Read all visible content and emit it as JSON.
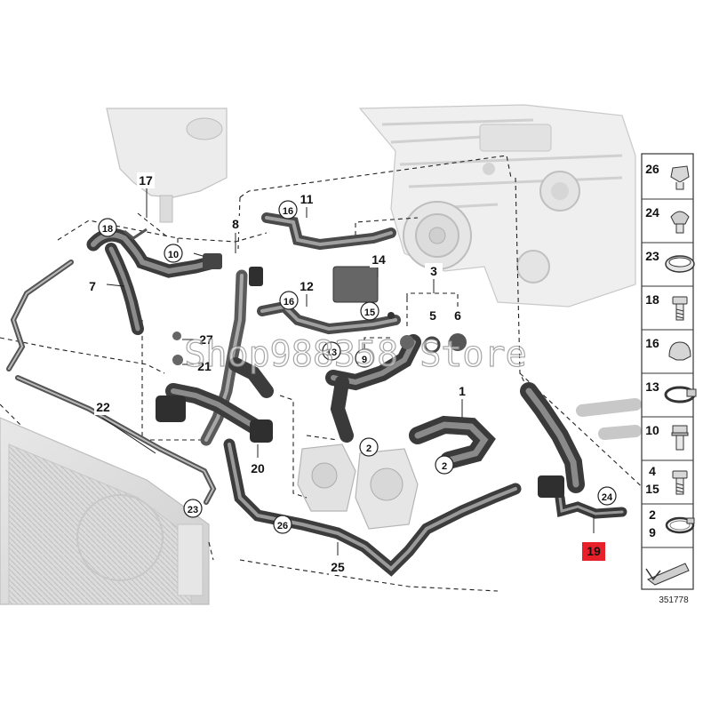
{
  "diagram_number": "351778",
  "watermark": "Shop988358 Store",
  "highlighted_part": "19",
  "callouts": [
    {
      "id": "c1",
      "label": "1",
      "circled": false
    },
    {
      "id": "c2a",
      "label": "2",
      "circled": true
    },
    {
      "id": "c2b",
      "label": "2",
      "circled": true
    },
    {
      "id": "c3",
      "label": "3",
      "circled": false
    },
    {
      "id": "c4",
      "label": "4",
      "circled": false
    },
    {
      "id": "c5",
      "label": "5",
      "circled": false
    },
    {
      "id": "c6",
      "label": "6",
      "circled": false
    },
    {
      "id": "c7",
      "label": "7",
      "circled": false
    },
    {
      "id": "c8",
      "label": "8",
      "circled": false
    },
    {
      "id": "c9",
      "label": "9",
      "circled": true
    },
    {
      "id": "c10",
      "label": "10",
      "circled": true
    },
    {
      "id": "c11",
      "label": "11",
      "circled": false
    },
    {
      "id": "c12",
      "label": "12",
      "circled": false
    },
    {
      "id": "c13",
      "label": "13",
      "circled": true
    },
    {
      "id": "c14",
      "label": "14",
      "circled": false
    },
    {
      "id": "c15",
      "label": "15",
      "circled": true
    },
    {
      "id": "c16a",
      "label": "16",
      "circled": true
    },
    {
      "id": "c16b",
      "label": "16",
      "circled": true
    },
    {
      "id": "c17",
      "label": "17",
      "circled": false
    },
    {
      "id": "c18",
      "label": "18",
      "circled": true
    },
    {
      "id": "c19",
      "label": "19",
      "circled": false
    },
    {
      "id": "c20",
      "label": "20",
      "circled": false
    },
    {
      "id": "c21",
      "label": "21",
      "circled": false
    },
    {
      "id": "c22",
      "label": "22",
      "circled": false
    },
    {
      "id": "c23",
      "label": "23",
      "circled": true
    },
    {
      "id": "c24",
      "label": "24",
      "circled": true
    },
    {
      "id": "c25",
      "label": "25",
      "circled": false
    },
    {
      "id": "c26",
      "label": "26",
      "circled": true
    },
    {
      "id": "c27",
      "label": "27",
      "circled": false
    }
  ],
  "legend": [
    {
      "labels": [
        "26"
      ],
      "icon": "hose-clip-icon"
    },
    {
      "labels": [
        "24"
      ],
      "icon": "hose-holder-icon"
    },
    {
      "labels": [
        "23"
      ],
      "icon": "hose-clamp-band-icon"
    },
    {
      "labels": [
        "18"
      ],
      "icon": "hex-bolt-icon"
    },
    {
      "labels": [
        "16"
      ],
      "icon": "hose-bracket-clip-icon"
    },
    {
      "labels": [
        "13"
      ],
      "icon": "worm-gear-clamp-icon"
    },
    {
      "labels": [
        "10"
      ],
      "icon": "hex-bolt-washer-icon"
    },
    {
      "labels": [
        "4",
        "15"
      ],
      "icon": "hex-bolt-icon"
    },
    {
      "labels": [
        "2",
        "9"
      ],
      "icon": "spring-band-clamp-icon"
    },
    {
      "labels": [],
      "icon": "direction-arrow-icon"
    }
  ]
}
